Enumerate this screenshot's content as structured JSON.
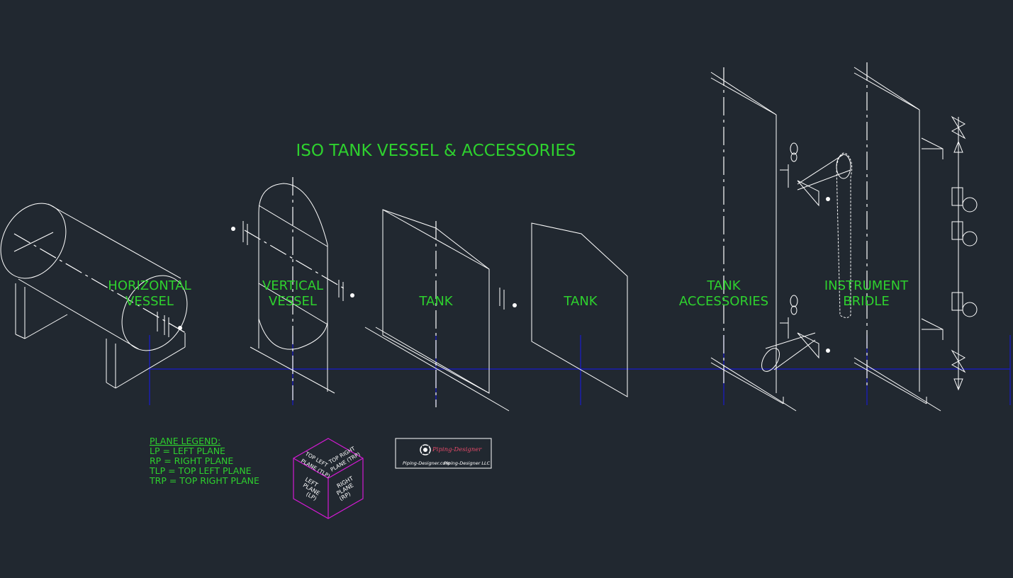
{
  "title": "ISO  TANK  VESSEL  &  ACCESSORIES",
  "labels": {
    "horizontal_vessel": [
      "HORIZONTAL",
      "VESSEL"
    ],
    "vertical_vessel": [
      "VERTICAL",
      "VESSEL"
    ],
    "tank_1": "TANK",
    "tank_2": "TANK",
    "tank_accessories": [
      "TANK",
      "ACCESSORIES"
    ],
    "instrument_bridle": [
      "INSTRUMENT",
      "BRIDLE"
    ]
  },
  "legend": {
    "heading": "PLANE  LEGEND:",
    "lines": [
      "LP  =  LEFT  PLANE",
      "RP  =  RIGHT  PLANE",
      "TLP  =  TOP  LEFT  PLANE",
      "TRP  =  TOP  RIGHT  PLANE"
    ]
  },
  "cube": {
    "top_left": [
      "TOP  LEFT",
      "PLANE  (TLP)"
    ],
    "top_right": [
      "TOP  RIGHT",
      "PLANE  (TRP)"
    ],
    "left": [
      "LEFT",
      "PLANE",
      "(LP)"
    ],
    "right": [
      "RIGHT",
      "PLANE",
      "(RP)"
    ]
  },
  "logo": {
    "brand": "Piping-Designer",
    "website": "Piping-Designer.com",
    "company": "Piping-Designer LLC"
  },
  "colors": {
    "background": "#212830",
    "text": "#2ed12e",
    "lines": "#ffffff",
    "baseline": "#1a1acc",
    "cube": "#d21ad2"
  }
}
